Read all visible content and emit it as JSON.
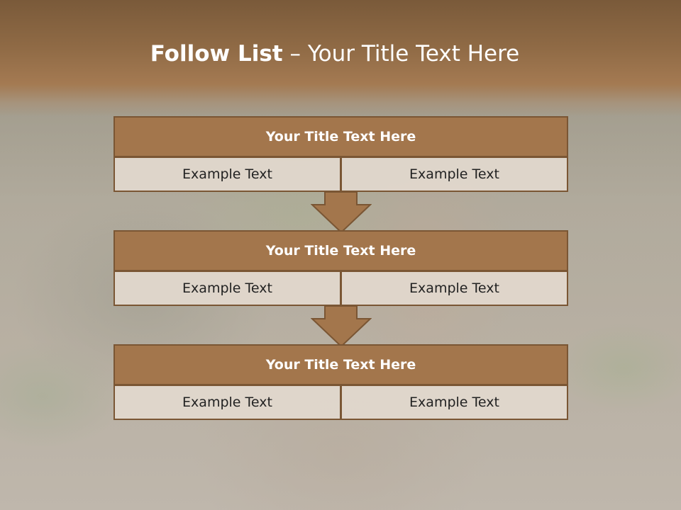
{
  "slide": {
    "title_bold": "Follow List",
    "title_rest": " – Your Title Text Here"
  },
  "blocks": [
    {
      "title": "Your Title Text Here",
      "left_text": "Example Text",
      "right_text": "Example Text"
    },
    {
      "title": "Your Title Text Here",
      "left_text": "Example Text",
      "right_text": "Example Text"
    },
    {
      "title": "Your Title Text Here",
      "left_text": "Example Text",
      "right_text": "Example Text"
    }
  ],
  "colors": {
    "header_band": "#9c734b",
    "block_title": "#a3764c",
    "border": "#7a5634",
    "cell_fill": "#e2d8ce",
    "arrow": "#a3764c"
  },
  "icons": [
    "down-arrow-icon"
  ]
}
